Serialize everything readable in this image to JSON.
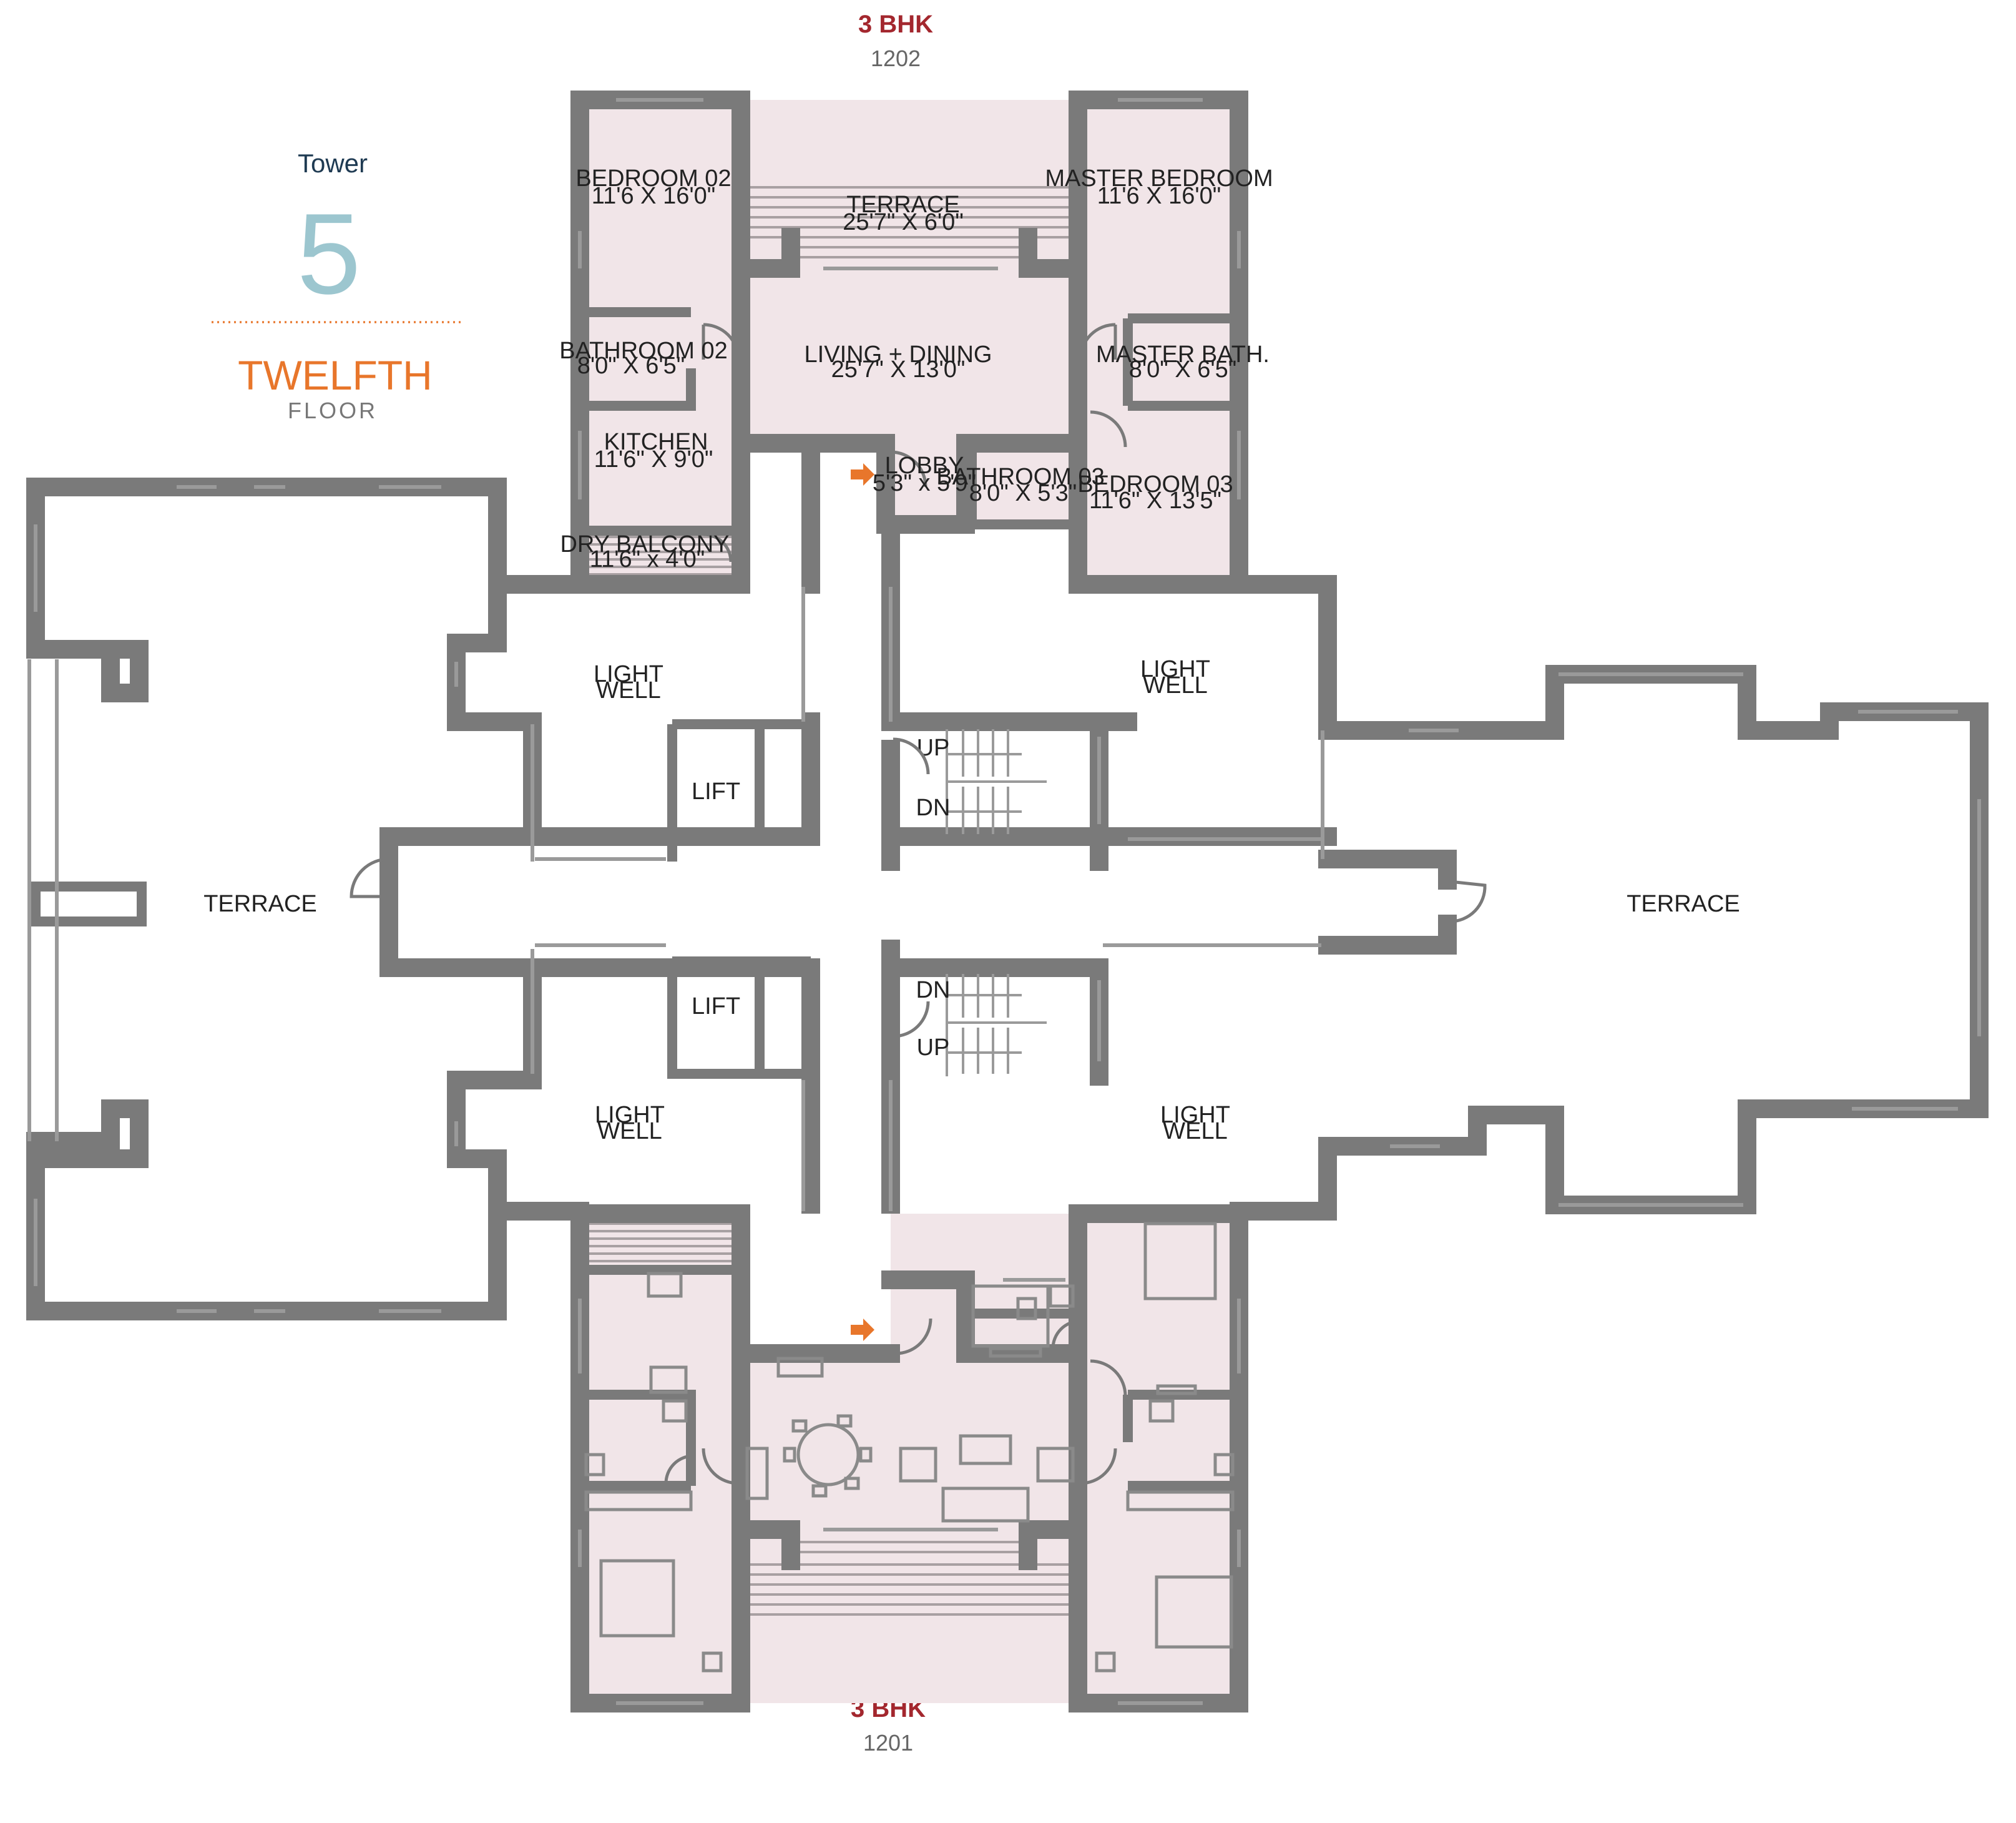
{
  "header": {
    "tower_word": "Tower",
    "tower_number": "5",
    "floor_name": "TWELFTH",
    "floor_word": "FLOOR"
  },
  "units": {
    "top": {
      "type": "3 BHK",
      "number": "1202"
    },
    "bottom": {
      "type": "3 BHK",
      "number": "1201"
    }
  },
  "rooms": {
    "bedroom02": {
      "name": "BEDROOM 02",
      "size": "11'6  X 16'0\""
    },
    "terrace_top": {
      "name": "TERRACE",
      "size": "25'7\" X 6'0\""
    },
    "master_bedroom": {
      "name": "MASTER BEDROOM",
      "size": "11'6  X 16'0\""
    },
    "bathroom02": {
      "name": "BATHROOM 02",
      "size": "8'0\" X 6'5\""
    },
    "living_dining": {
      "name": "LIVING + DINING",
      "size": "25'7\" X 13'0\""
    },
    "master_bath": {
      "name": "MASTER BATH.",
      "size": "8'0\" X 6'5\""
    },
    "kitchen": {
      "name": "KITCHEN",
      "size": "11'6\" X 9'0\""
    },
    "lobby": {
      "name": "LOBBY",
      "size": "5'3\" x 5'9\""
    },
    "bathroom03": {
      "name": "BATHROOM 03",
      "size": "8'0\" X 5'3\""
    },
    "bedroom03": {
      "name": "BEDROOM 03",
      "size": "11'6\" X 13'5\""
    },
    "dry_balcony": {
      "name": "DRY BALCONY",
      "size": "11'6\" x 4'0\""
    }
  },
  "common": {
    "light_well_line1": "LIGHT",
    "light_well_line2": "WELL",
    "lift": "LIFT",
    "terrace": "TERRACE",
    "stair_up": "UP",
    "stair_down": "DN"
  },
  "colors": {
    "unit_accent": "#a3272e",
    "floor_accent": "#e8762b",
    "tower_number": "#9cc6cf",
    "tower_word": "#1e3a52",
    "wall": "#7a7a7a",
    "room_fill": "#f1e5e8"
  }
}
